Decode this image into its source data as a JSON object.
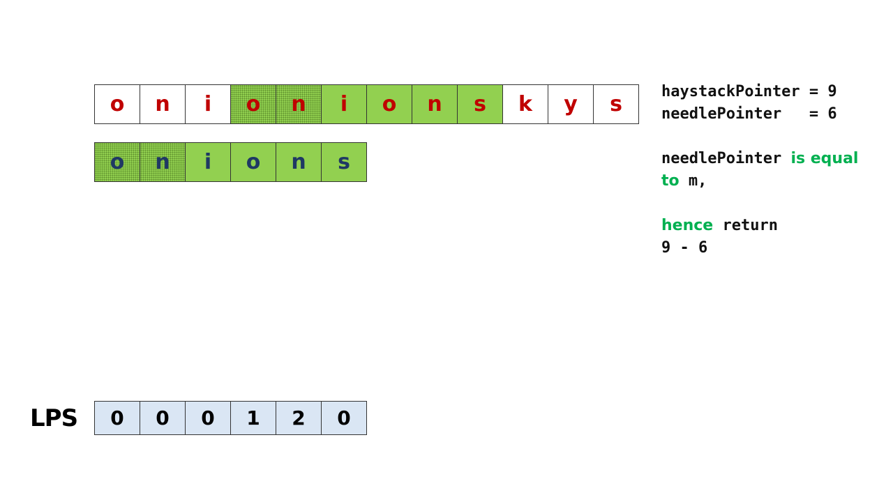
{
  "haystack": {
    "letters": [
      "o",
      "n",
      "i",
      "o",
      "n",
      "i",
      "o",
      "n",
      "s",
      "k",
      "y",
      "s"
    ],
    "highlight": [
      "none",
      "none",
      "none",
      "dotted",
      "dotted",
      "green",
      "green",
      "green",
      "green",
      "none",
      "none",
      "none"
    ]
  },
  "needle": {
    "letters": [
      "o",
      "n",
      "i",
      "o",
      "n",
      "s"
    ],
    "highlight": [
      "dotted",
      "dotted",
      "green",
      "green",
      "green",
      "green"
    ]
  },
  "lps": {
    "label": "LPS",
    "values": [
      "0",
      "0",
      "0",
      "1",
      "2",
      "0"
    ]
  },
  "state": {
    "line1": "haystackPointer = 9",
    "line2": "needlePointer   = 6"
  },
  "message": {
    "part1": "needlePointer ",
    "part2": "is equal",
    "part3": "to",
    "part4": " m,",
    "part5": "hence",
    "part6": " return",
    "part7": "9 - 6"
  },
  "colors": {
    "haystack_text": "#c00000",
    "needle_text": "#1f3864",
    "match_green": "#92d050",
    "lps_bg": "#dae6f4",
    "keyword_green": "#00b050"
  }
}
